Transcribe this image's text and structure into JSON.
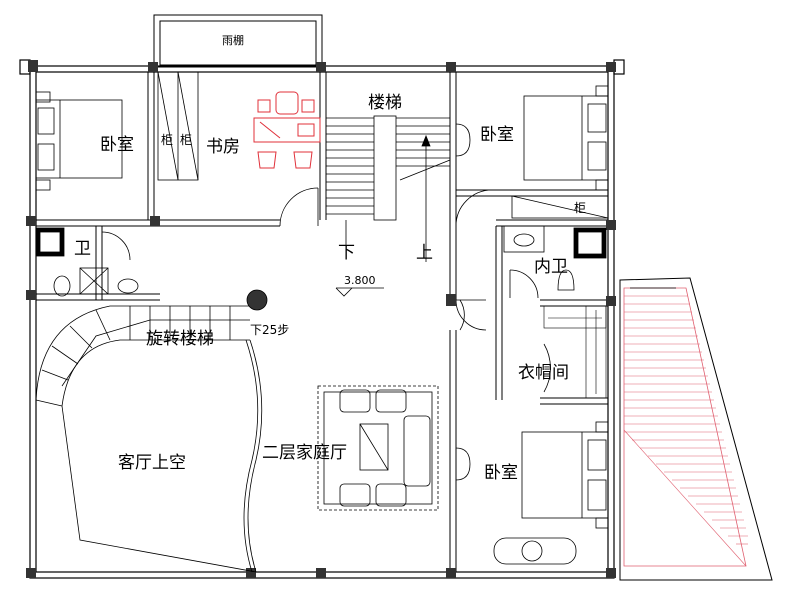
{
  "labels": {
    "canopy": "雨棚",
    "bedroom_nw": "卧室",
    "cabinet_a": "柜",
    "cabinet_b": "柜",
    "study": "书房",
    "stair": "楼梯",
    "bedroom_ne": "卧室",
    "cabinet_c": "柜",
    "bath": "卫",
    "stair_down": "下",
    "stair_up": "上",
    "inner_bath": "内卫",
    "elevation": "3.800",
    "spiral_stair": "旋转楼梯",
    "down_steps": "下25步",
    "wardrobe": "衣帽间",
    "living_void": "客厅上空",
    "family_hall": "二层家庭厅",
    "bedroom_se": "卧室"
  },
  "colors": {
    "line": "#000000",
    "furniture_red": "#e0303a",
    "roof_hatch": "#e06070",
    "column": "#333333"
  }
}
